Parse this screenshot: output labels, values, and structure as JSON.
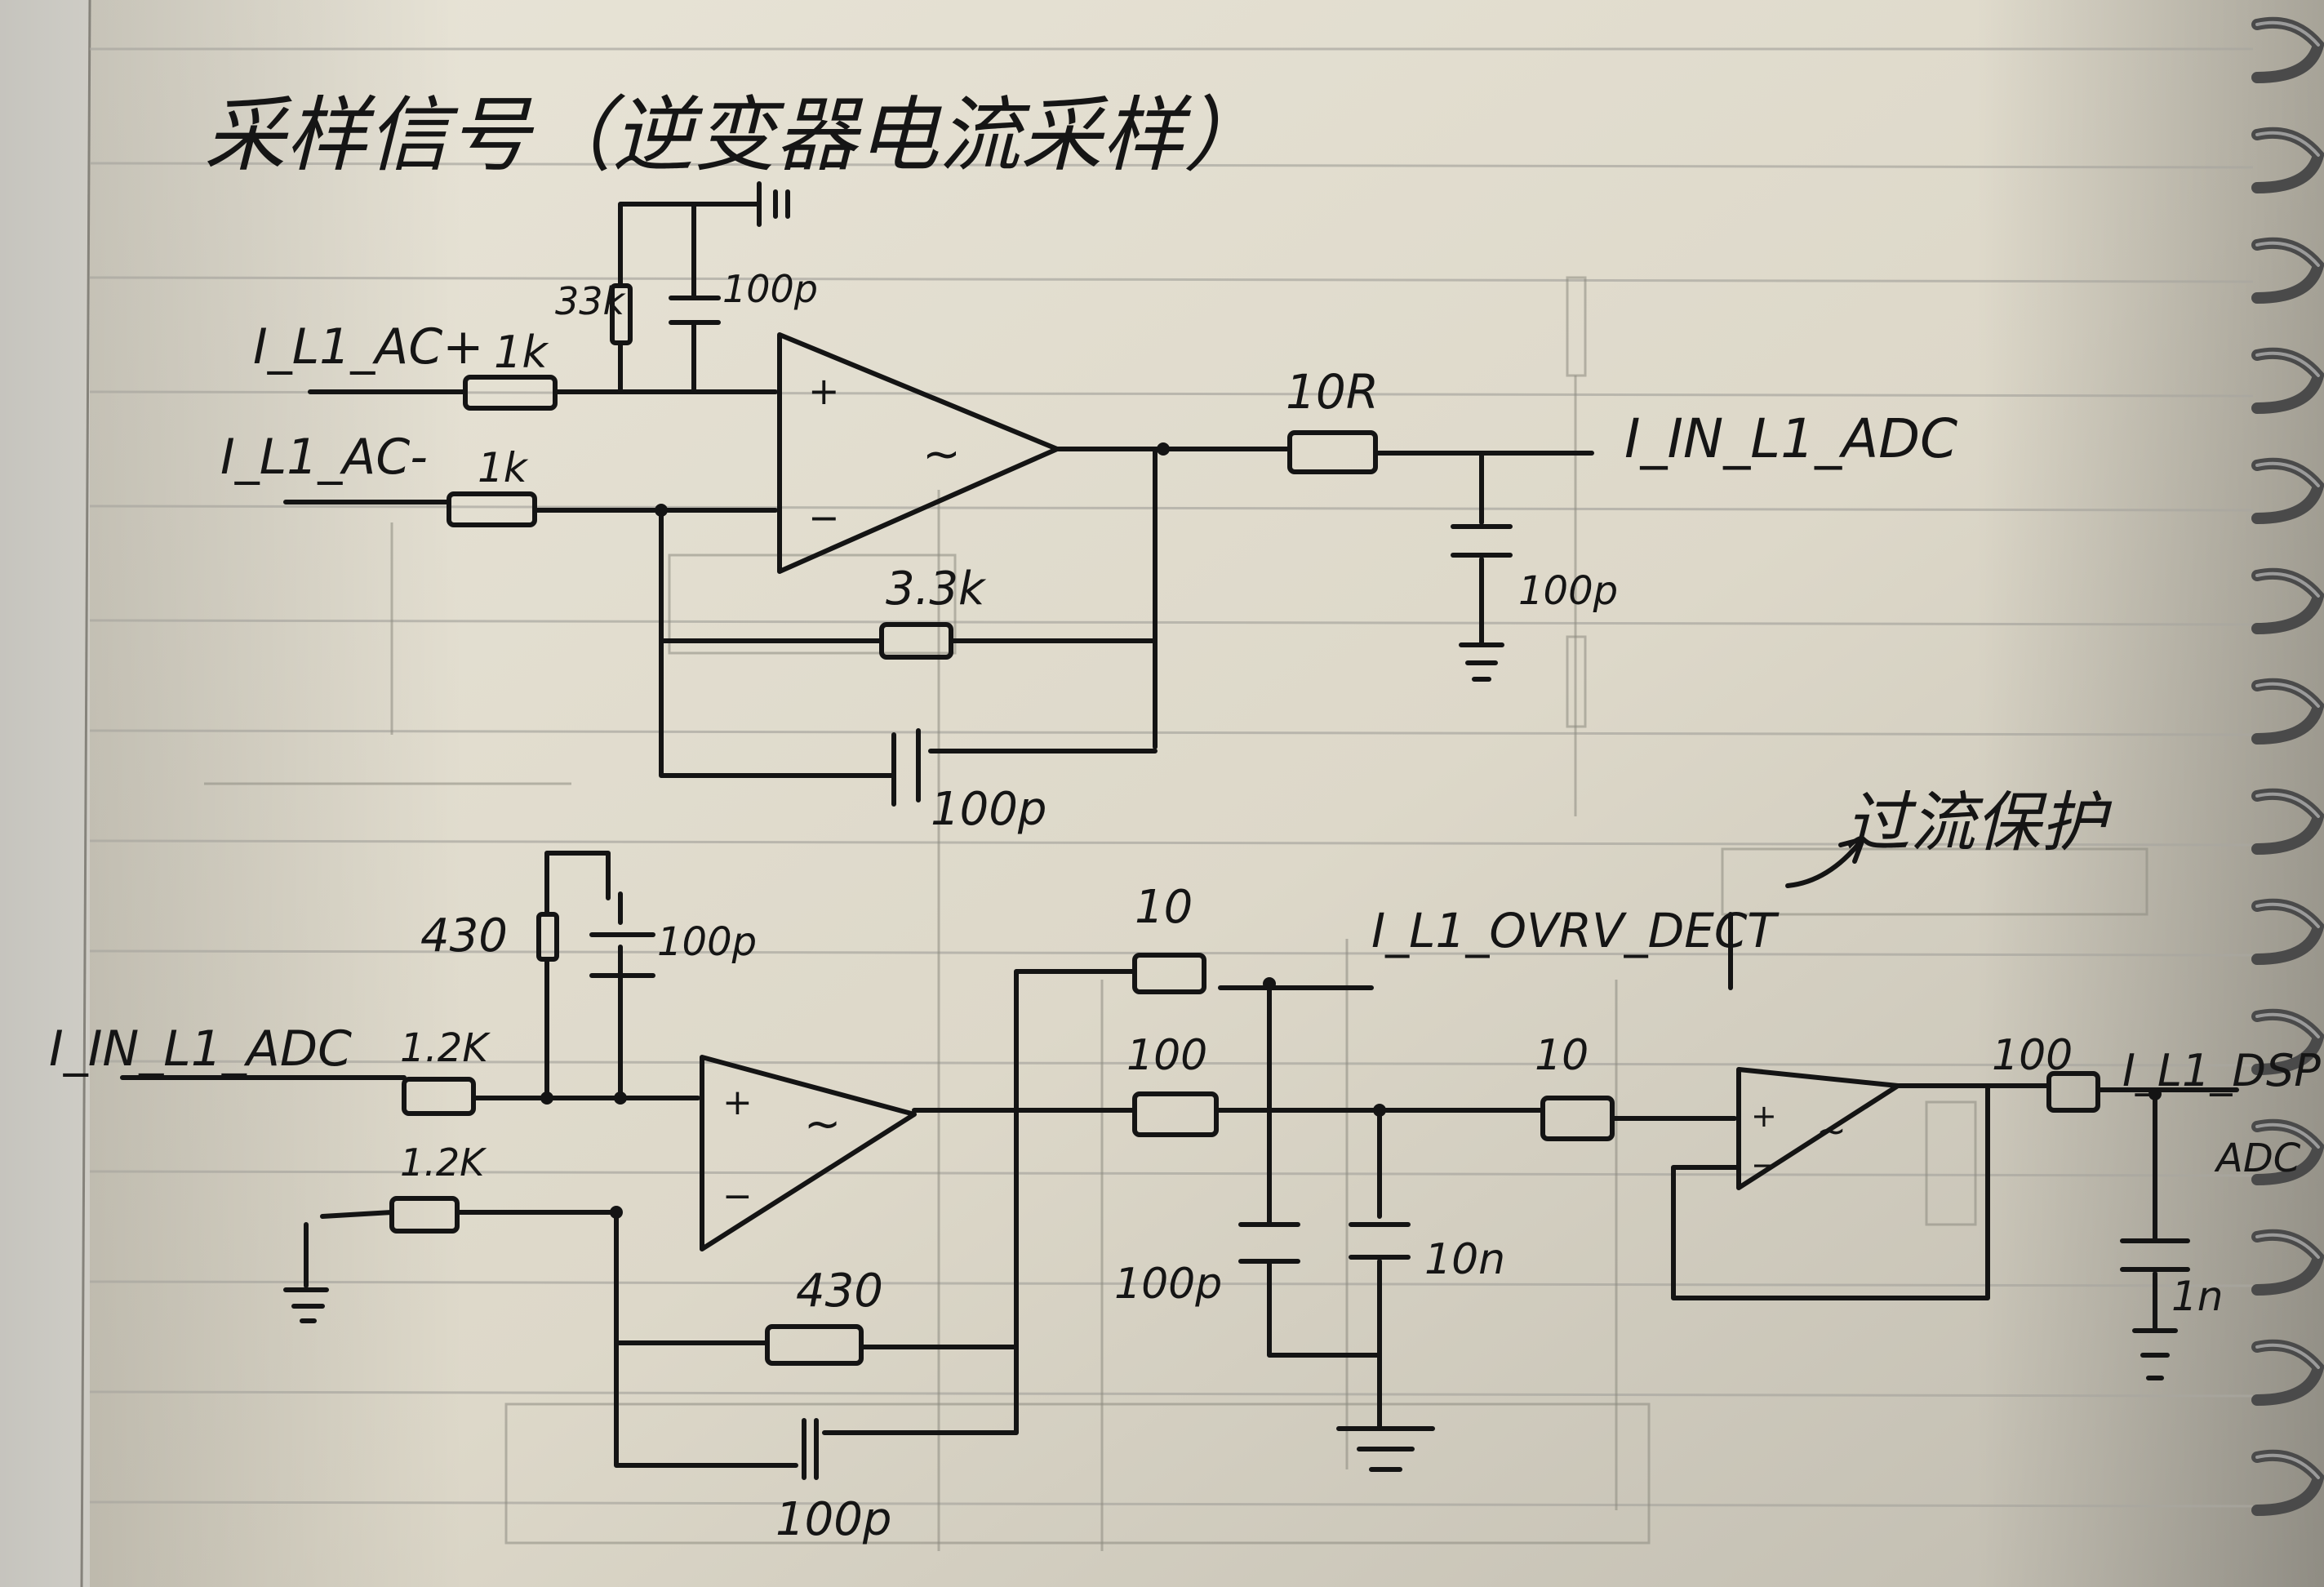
{
  "title": "采样信号（逆变器电流采样）",
  "circuit_upper": {
    "inputs": [
      "I_L1_AC+",
      "I_L1_AC-"
    ],
    "resistor_in_pos": "1k",
    "resistor_in_neg": "1k",
    "resistor_bias": "33k",
    "cap_bias": "100p",
    "feedback_resistor": "3.3k",
    "feedback_cap": "100p",
    "output_resistor": "10R",
    "output_cap": "100p",
    "output_net": "I_IN_L1_ADC"
  },
  "circuit_lower": {
    "input_net": "I_IN_L1_ADC",
    "resistor_in_pos": "1.2K",
    "resistor_in_neg": "1.2K",
    "bias_resistor": "430",
    "bias_cap": "100p",
    "feedback_resistor": "430",
    "feedback_cap": "100p",
    "r_ovr": "10",
    "ovr_net": "I_L1_OVRV_DECT",
    "r_mid": "100",
    "cap_ovr": "100p",
    "cap_mid": "10n",
    "r_buf_in": "10",
    "r_out": "100",
    "out_cap": "1n",
    "out_net_line1": "I_L1_DSP",
    "out_net_line2": "ADC"
  },
  "annotation": "过流保护",
  "opamp_symbol": "~"
}
